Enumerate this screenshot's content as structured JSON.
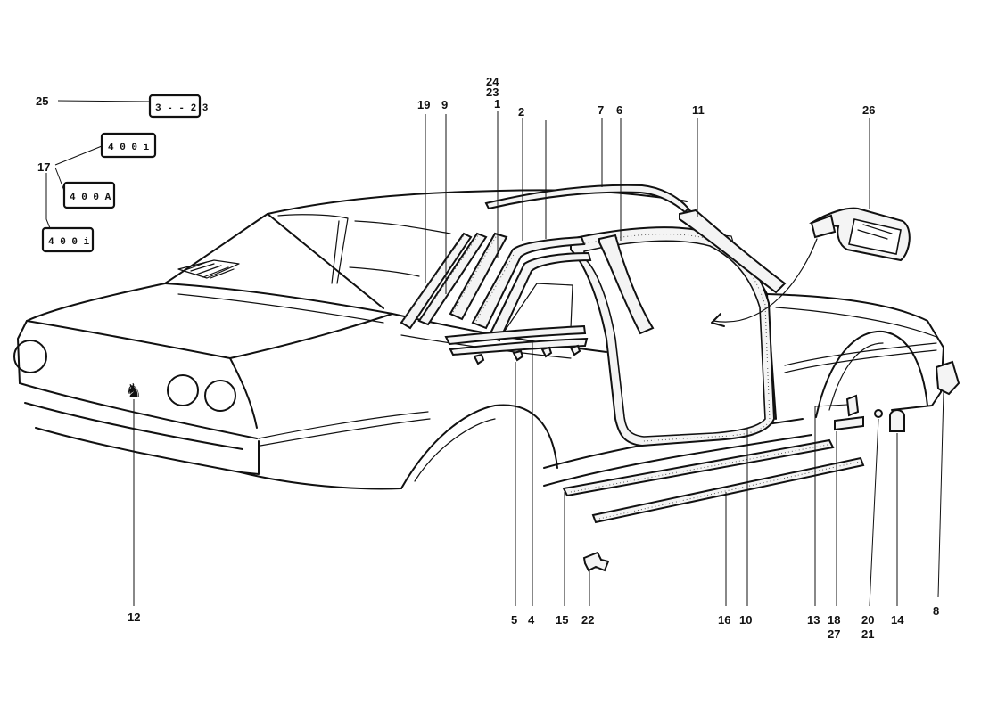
{
  "badges": {
    "b25": "3 - - 2 3",
    "b17a": "4 0 0 i",
    "b17b": "4 0 0 A",
    "b17c": "4 0 0 i"
  },
  "labels": {
    "l1": "1",
    "l2": "2",
    "l4": "4",
    "l5": "5",
    "l6": "6",
    "l7": "7",
    "l8": "8",
    "l9": "9",
    "l10": "10",
    "l11": "11",
    "l12": "12",
    "l13": "13",
    "l14": "14",
    "l15": "15",
    "l16": "16",
    "l17": "17",
    "l18": "18",
    "l19": "19",
    "l20": "20",
    "l21": "21",
    "l22": "22",
    "l23": "23",
    "l24": "24",
    "l25": "25",
    "l26": "26",
    "l27": "27"
  },
  "icons": {
    "prancing_horse": "♞"
  }
}
